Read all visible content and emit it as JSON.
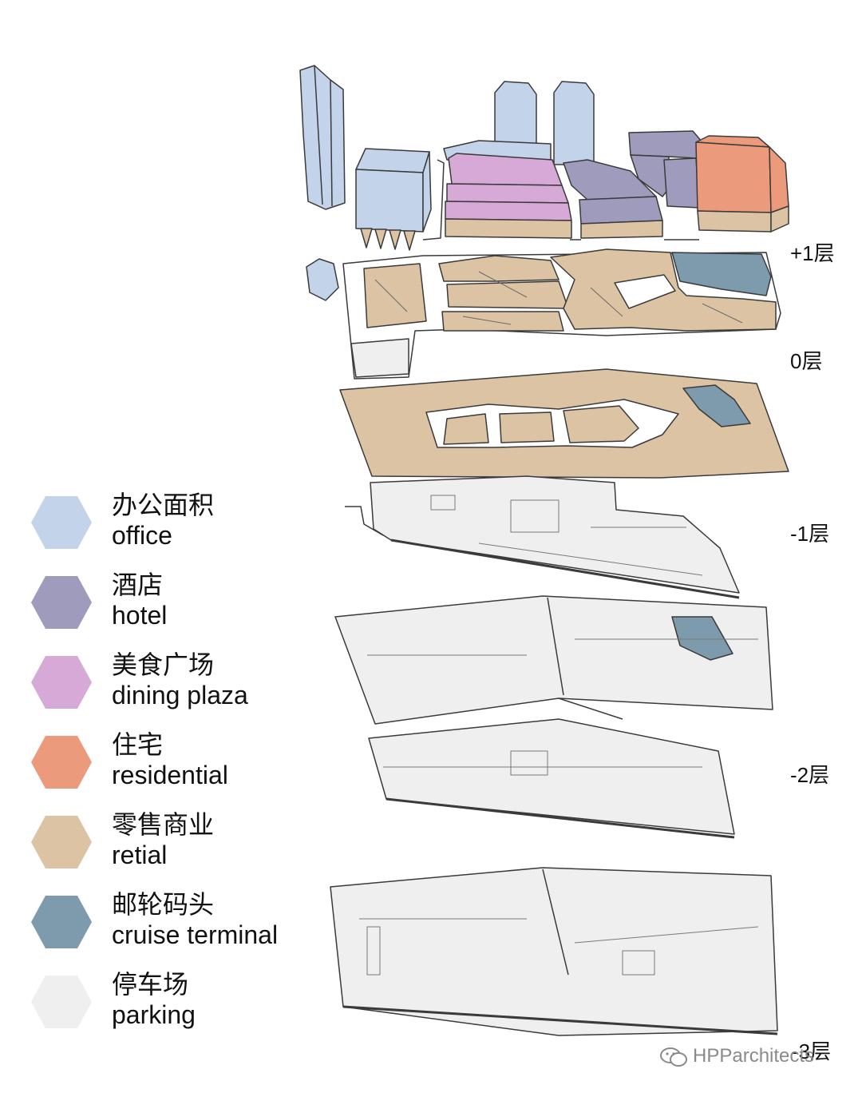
{
  "colors": {
    "office": "#c3d3ea",
    "hotel": "#9e9bbd",
    "dining": "#d6a9d6",
    "residential": "#ec9a7c",
    "retail": "#dcc3a4",
    "cruise": "#7e9aad",
    "parking": "#efefef",
    "outline": "#3a3a3a"
  },
  "legend": [
    {
      "zh": "办公面积",
      "en": "office",
      "color_key": "office"
    },
    {
      "zh": "酒店",
      "en": "hotel",
      "color_key": "hotel"
    },
    {
      "zh": "美食广场",
      "en": "dining plaza",
      "color_key": "dining"
    },
    {
      "zh": "住宅",
      "en": "residential",
      "color_key": "residential"
    },
    {
      "zh": "零售商业",
      "en": "retial",
      "color_key": "retail"
    },
    {
      "zh": "邮轮码头",
      "en": "cruise terminal",
      "color_key": "cruise"
    },
    {
      "zh": "停车场",
      "en": "parking",
      "color_key": "parking"
    }
  ],
  "floors": [
    "+1层",
    "0层",
    "-1层",
    "-2层",
    "-3层"
  ],
  "watermark": {
    "text": "HPParchitects",
    "icon": "wechat-icon"
  }
}
